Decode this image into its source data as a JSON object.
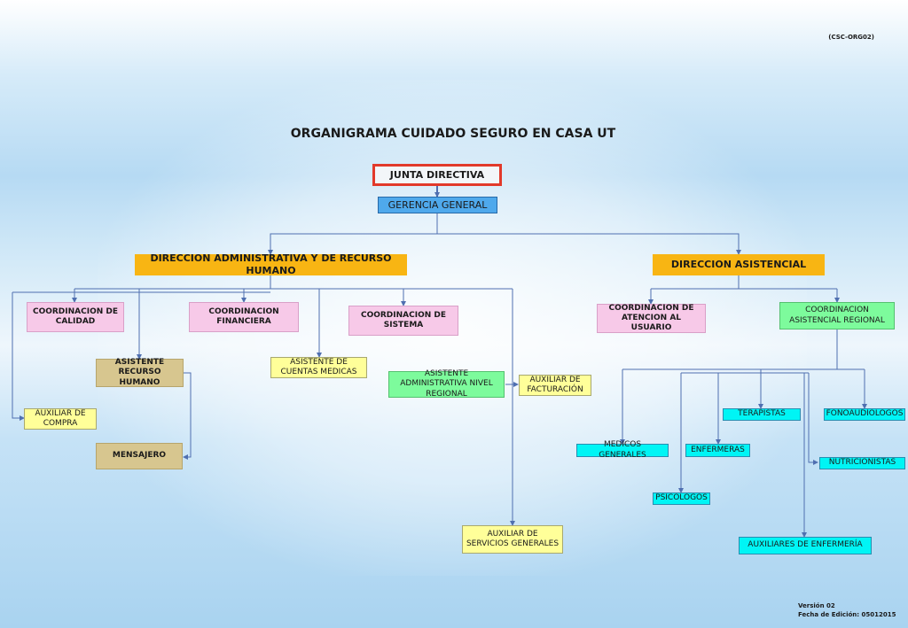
{
  "document": {
    "code": "(CSC-ORG02)",
    "title": "ORGANIGRAMA CUIDADO SEGURO EN CASA UT",
    "version": "Versión 02",
    "edition_date": "Fecha de Edición: 05012015"
  },
  "nodes": {
    "junta": "JUNTA DIRECTIVA",
    "gerencia": "GERENCIA GENERAL",
    "dir_admin": "DIRECCION ADMINISTRATIVA Y DE RECURSO HUMANO",
    "dir_asist": "DIRECCION ASISTENCIAL",
    "coord_calidad": "COORDINACION DE CALIDAD",
    "coord_financiera": "COORDINACION FINANCIERA",
    "coord_sistema": "COORDINACION DE SISTEMA",
    "asist_rrhh": "ASISTENTE RECURSO HUMANO",
    "asist_cuentas": "ASISTENTE DE CUENTAS MEDICAS",
    "asist_admin_regional": "ASISTENTE ADMINISTRATIVA NIVEL REGIONAL",
    "aux_facturacion": "AUXILIAR DE FACTURACIÓN",
    "aux_compra": "AUXILIAR DE COMPRA",
    "mensajero": "MENSAJERO",
    "aux_servicios": "AUXILIAR DE SERVICIOS GENERALES",
    "coord_atencion": "COORDINACION DE ATENCION AL USUARIO",
    "coord_asist_regional": "COORDINACION ASISTENCIAL REGIONAL",
    "terapistas": "TERAPISTAS",
    "fonoaudiologos": "FONOAUDIOLOGOS",
    "medicos": "MEDICOS GENERALES",
    "enfermeras": "ENFERMERAS",
    "nutricionistas": "NUTRICIONISTAS",
    "psicologos": "PSICOLOGOS",
    "aux_enfermeria": "AUXILIARES DE ENFERMERÍA"
  },
  "colors": {
    "connector": "#4f6fb0",
    "dir_fill": "#f8b513",
    "coord_fill": "#f7c9e8",
    "asistente_fill": "#d7c68f",
    "aux_fill": "#ffff99",
    "regional_fill": "#7dfb9c",
    "clinical_fill": "#00f5f5",
    "gerencia_fill": "#4fa9ec",
    "junta_border": "#e2392a"
  }
}
